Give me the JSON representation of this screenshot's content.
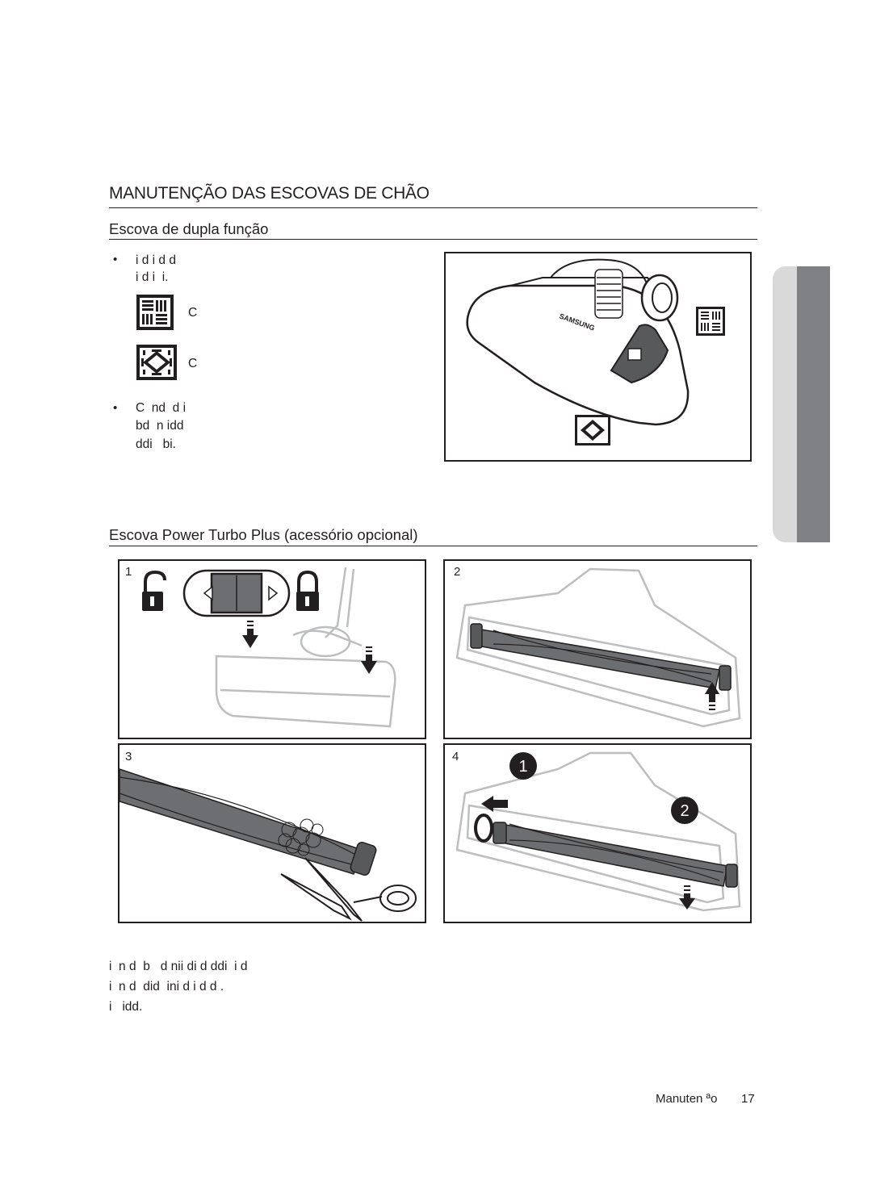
{
  "section": {
    "title": "MANUTENÇÃO DAS ESCOVAS DE CHÃO"
  },
  "dual_brush": {
    "heading": "Escova de dupla função",
    "bullet_1_line_1": "i d i d d",
    "bullet_1_line_2": "i d i  i.",
    "option_carpet_label": "C",
    "option_floor_label": "C",
    "bullet_2_line_1": "C  nd  d i",
    "bullet_2_line_2": "bd  n idd",
    "bullet_2_line_3": "ddi   bi.",
    "figure_brand_text": "SAMSUNG"
  },
  "turbo_brush": {
    "heading": "Escova Power Turbo Plus (acessório opcional)",
    "steps": [
      {
        "number": "1"
      },
      {
        "number": "2"
      },
      {
        "number": "3"
      },
      {
        "number": "4",
        "callout_1": "1",
        "callout_2": "2"
      }
    ],
    "note_line_1": "i  n d  b   d nii di d ddi  i d",
    "note_line_2": "i  n d  did  ini d i d d .",
    "note_line_3": "i   idd."
  },
  "footer": {
    "section_label": "Manuten ªo",
    "page_number": "17"
  },
  "colors": {
    "text": "#231f20",
    "tab_light": "#d9d9da",
    "tab_dark": "#808184",
    "brush_gray": "#6d6e71"
  }
}
